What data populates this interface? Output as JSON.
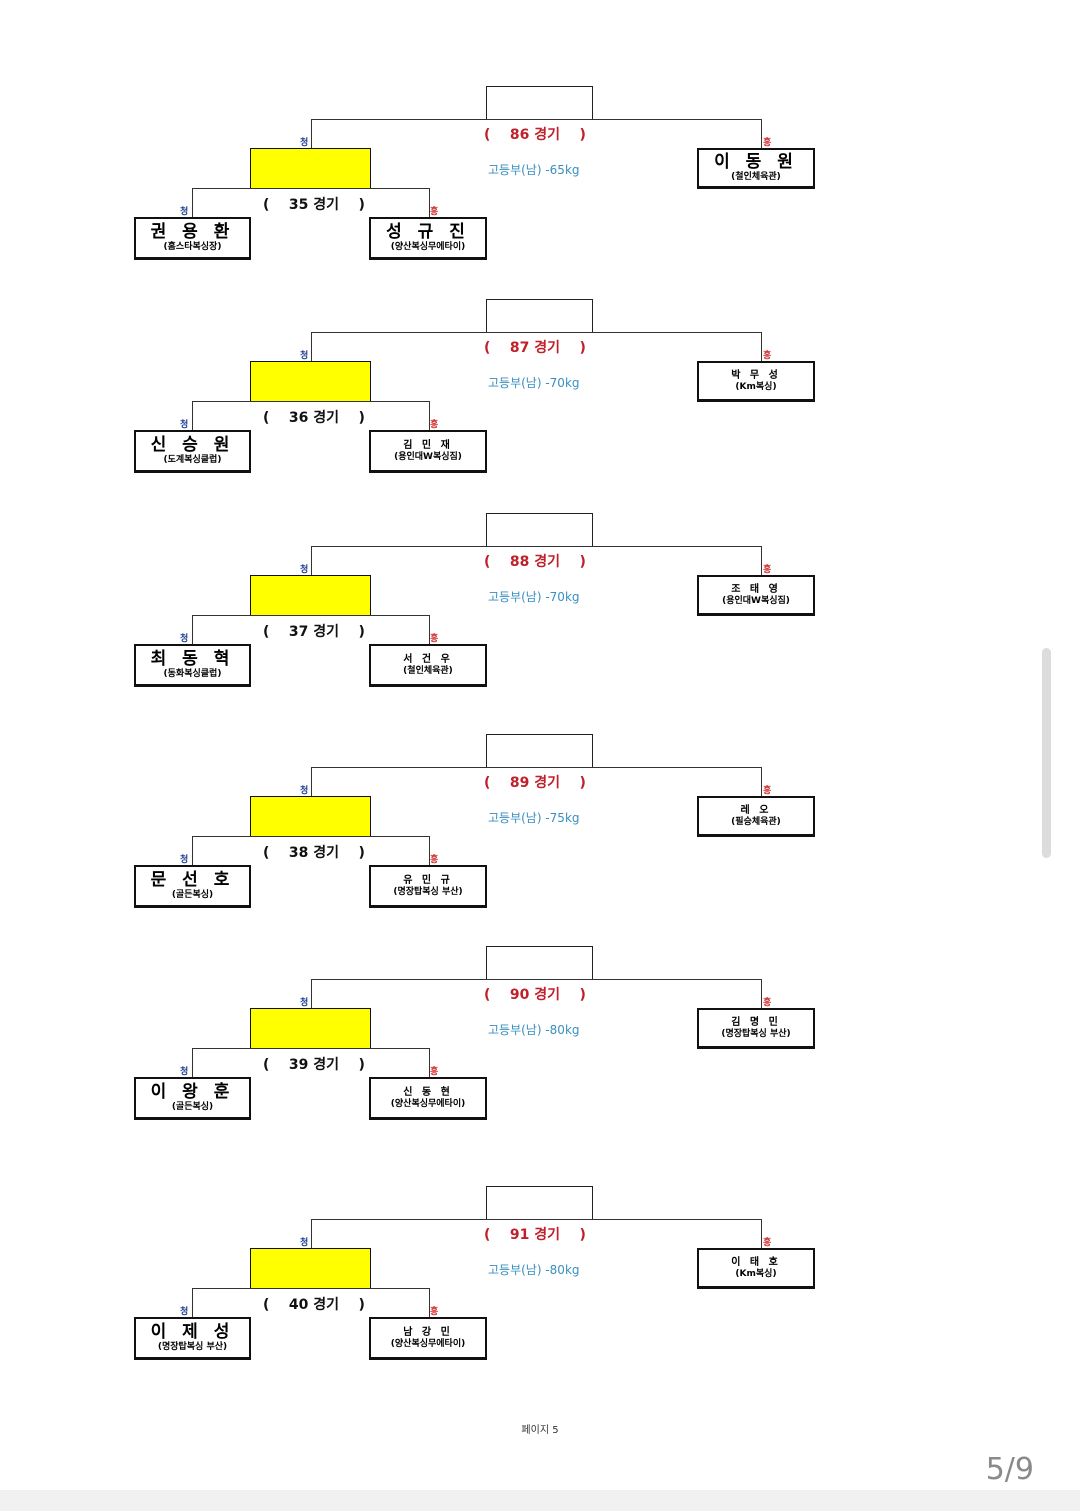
{
  "brackets": [
    {
      "final_match": "86 경기",
      "category": "고등부(남) -65kg",
      "final_red": {
        "name": "이 동 원",
        "club": "(철인체육관)",
        "big": true
      },
      "semi_match": "35 경기",
      "semi_blue": {
        "name": "권 용 환",
        "club": "(홈스타복싱장)",
        "big": true
      },
      "semi_red": {
        "name": "성 규 진",
        "club": "(양산복싱무에타이)",
        "big": true
      }
    },
    {
      "final_match": "87 경기",
      "category": "고등부(남) -70kg",
      "final_red": {
        "name": "박 무 성",
        "club": "(Km복싱)",
        "big": false
      },
      "semi_match": "36 경기",
      "semi_blue": {
        "name": "신 승 원",
        "club": "(도계복싱클럽)",
        "big": true
      },
      "semi_red": {
        "name": "김 민 재",
        "club": "(용인대W복싱짐)",
        "big": false
      }
    },
    {
      "final_match": "88 경기",
      "category": "고등부(남) -70kg",
      "final_red": {
        "name": "조 태 영",
        "club": "(용인대W복싱짐)",
        "big": false
      },
      "semi_match": "37 경기",
      "semi_blue": {
        "name": "최 동 혁",
        "club": "(동화복싱클럽)",
        "big": true
      },
      "semi_red": {
        "name": "서 건 우",
        "club": "(철인체육관)",
        "big": false
      }
    },
    {
      "final_match": "89 경기",
      "category": "고등부(남) -75kg",
      "final_red": {
        "name": "레 오",
        "club": "(필승체육관)",
        "big": false
      },
      "semi_match": "38 경기",
      "semi_blue": {
        "name": "문 선 호",
        "club": "(골든복싱)",
        "big": true
      },
      "semi_red": {
        "name": "유 민 규",
        "club": "(명장탑복싱 부산)",
        "big": false
      }
    },
    {
      "final_match": "90 경기",
      "category": "고등부(남) -80kg",
      "final_red": {
        "name": "김 명 민",
        "club": "(명장탑복싱 부산)",
        "big": false
      },
      "semi_match": "39 경기",
      "semi_blue": {
        "name": "이 왕 훈",
        "club": "(골든복싱)",
        "big": true
      },
      "semi_red": {
        "name": "신 동 현",
        "club": "(양산복싱무에타이)",
        "big": false
      }
    },
    {
      "final_match": "91 경기",
      "category": "고등부(남) -80kg",
      "final_red": {
        "name": "이 태 호",
        "club": "(Km복싱)",
        "big": false
      },
      "semi_match": "40 경기",
      "semi_blue": {
        "name": "이 제 성",
        "club": "(명장탑복싱 부산)",
        "big": true
      },
      "semi_red": {
        "name": "남 강 민",
        "club": "(양산복싱무에타이)",
        "big": false
      }
    }
  ],
  "labels": {
    "blue": "청",
    "red": "홍",
    "paren_open": "(",
    "paren_close": ")"
  },
  "footer": "페이지 5",
  "page_indicator": "5/9"
}
